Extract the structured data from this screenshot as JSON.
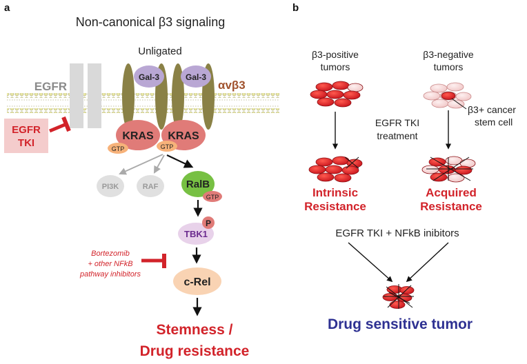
{
  "panel_a": {
    "panel_label": "a",
    "title": "Non-canonical β3 signaling",
    "unligated": "Unligated",
    "egfr": "EGFR",
    "integrin": "αvβ3",
    "egfr_tki_line1": "EGFR",
    "egfr_tki_line2": "TKI",
    "gal3": "Gal-3",
    "kras": "KRAS",
    "gtp": "GTP",
    "pi3k": "PI3K",
    "raf": "RAF",
    "ralb": "RalB",
    "p": "P",
    "tbk1": "TBK1",
    "crel": "c-Rel",
    "bortezomib_line1": "Bortezomib",
    "bortezomib_line2": "+ other NFkB",
    "bortezomib_line3": "pathway inhibitors",
    "outcome_line1": "Stemness /",
    "outcome_line2": "Drug resistance"
  },
  "panel_b": {
    "panel_label": "b",
    "b3_positive_line1": "β3-positive",
    "b3_positive_line2": "tumors",
    "b3_negative_line1": "β3-negative",
    "b3_negative_line2": "tumors",
    "stem_cell_line1": "β3+ cancer",
    "stem_cell_line2": "stem cell",
    "tki_treatment_line1": "EGFR TKI",
    "tki_treatment_line2": "treatment",
    "intrinsic_line1": "Intrinsic",
    "intrinsic_line2": "Resistance",
    "acquired_line1": "Acquired",
    "acquired_line2": "Resistance",
    "combo": "EGFR TKI + NFkB inibitors",
    "result": "Drug sensitive tumor"
  },
  "colors": {
    "red": "#d2232a",
    "blue": "#2e3192",
    "kras": "#e07b78",
    "gal3": "#b9a7d4",
    "olive": "#8a8146",
    "ralb": "#77c043",
    "tbk1": "#e8d2ea",
    "crel": "#f9d3b3",
    "tki_box": "#f4cccc"
  }
}
